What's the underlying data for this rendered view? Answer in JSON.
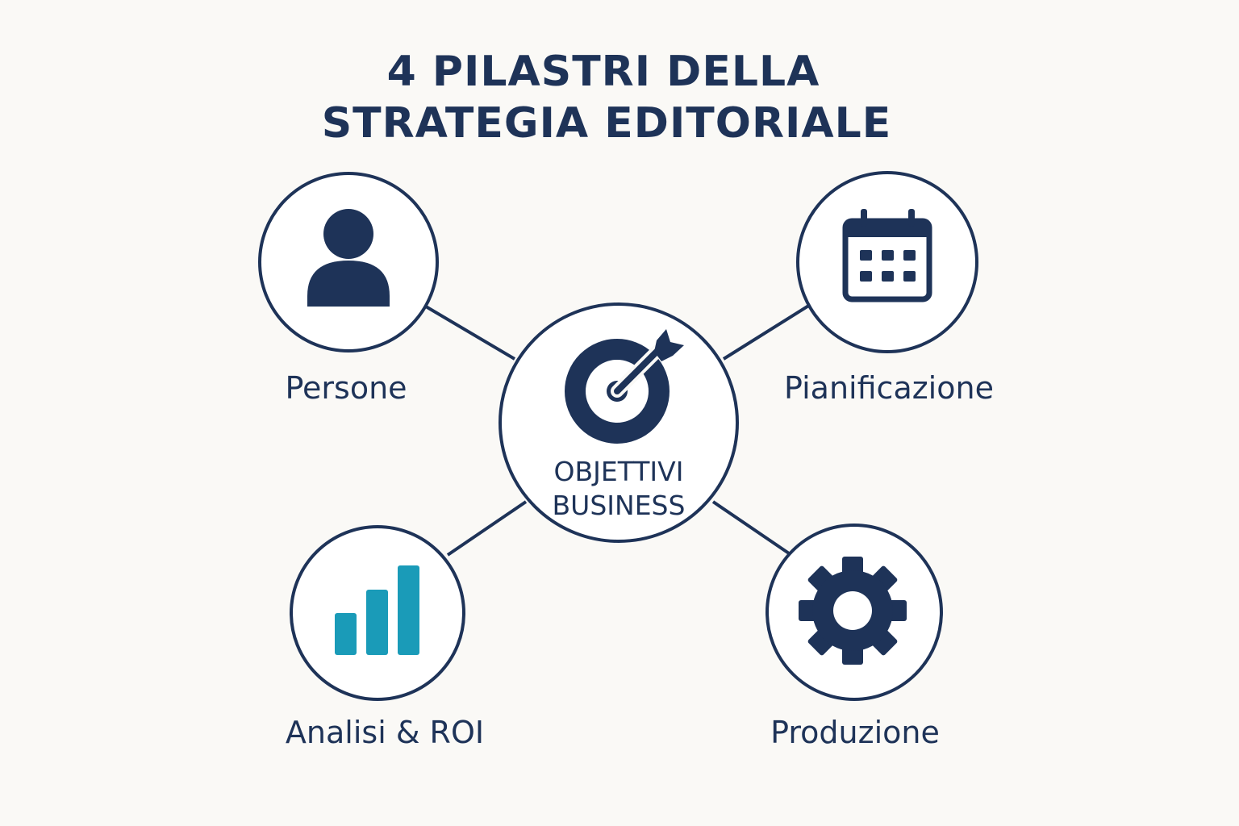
{
  "title": {
    "line1": "4 PILASTRI DELLA",
    "line2": "STRATEGIA EDITORIALE"
  },
  "center": {
    "line1": "OBJETTIVI",
    "line2": "BUSINESS",
    "icon": "target-arrow-icon"
  },
  "pillars": [
    {
      "label": "Persone",
      "icon": "person-icon"
    },
    {
      "label": "Pianificazione",
      "icon": "calendar-icon"
    },
    {
      "label": "Analisi & ROI",
      "icon": "bar-chart-icon"
    },
    {
      "label": "Produzione",
      "icon": "gear-icon"
    }
  ],
  "colors": {
    "navy": "#1e3358",
    "teal": "#1a9bb8",
    "background": "#faf9f6"
  }
}
